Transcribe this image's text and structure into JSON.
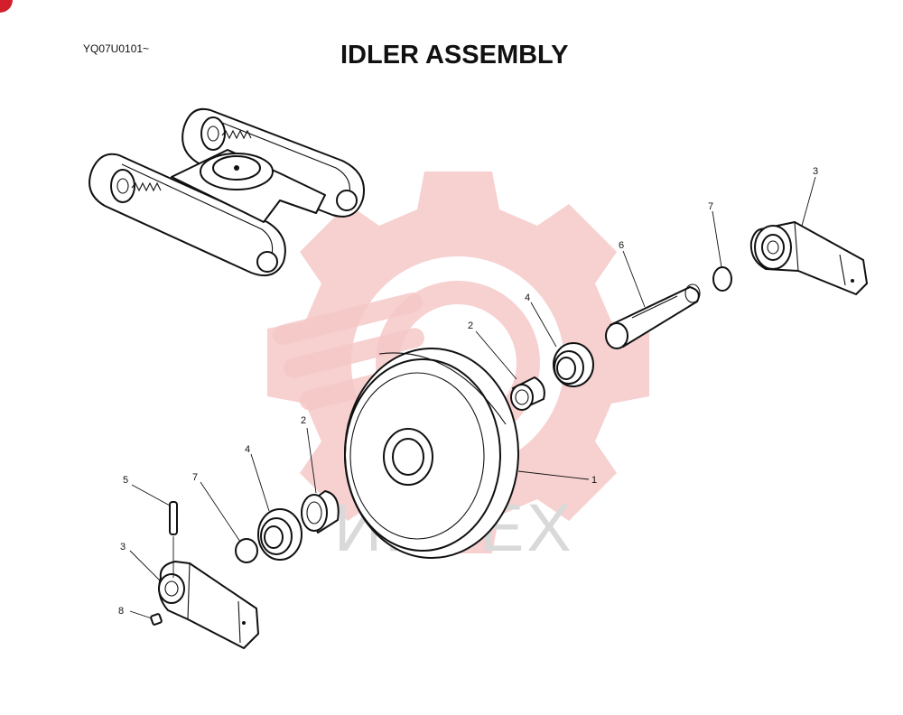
{
  "header": {
    "model_code": "YQ07U0101~",
    "title": "IDLER ASSEMBLY"
  },
  "watermark": {
    "text": "ИНТЕХ",
    "gear_color": "#f6c8c8",
    "text_color": "#d9d9d9"
  },
  "callouts": [
    {
      "ref": "1"
    },
    {
      "ref": "2"
    },
    {
      "ref": "2"
    },
    {
      "ref": "3"
    },
    {
      "ref": "3"
    },
    {
      "ref": "4"
    },
    {
      "ref": "4"
    },
    {
      "ref": "5"
    },
    {
      "ref": "6"
    },
    {
      "ref": "7"
    },
    {
      "ref": "7"
    },
    {
      "ref": "8"
    }
  ]
}
